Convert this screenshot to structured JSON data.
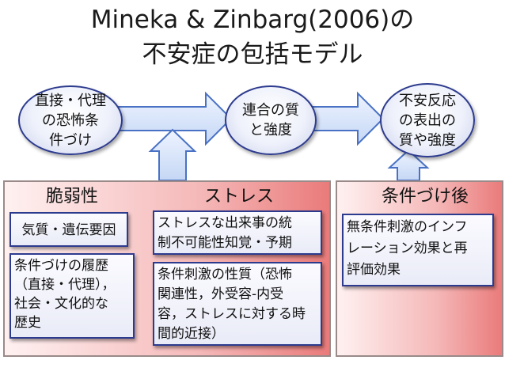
{
  "title": {
    "line1": "Mineka & Zinbarg(2006)の",
    "line2": "不安症の包括モデル"
  },
  "nodes": {
    "conditioning": "直接・代理\nの恐怖条\n件づけ",
    "association": "連合の質\nと強度",
    "response": "不安反応\nの表出の\n質や強度"
  },
  "panels": {
    "vulnerability": {
      "title": "脆弱性",
      "boxes": [
        "気質・遺伝要因",
        "条件づけの履歴\n（直接・代理），\n社会・文化的な\n歴史"
      ]
    },
    "stress": {
      "title": "ストレス",
      "boxes": [
        "ストレスな出来事の統\n制不可能性知覚・予期",
        "条件刺激の性質（恐怖\n関連性，外受容-内受\n容，ストレスに対する時\n間的近接）"
      ]
    },
    "post_conditioning": {
      "title": "条件づけ後",
      "boxes": [
        "無条件刺激のインフ\nレーション効果と再\n評価効果"
      ]
    }
  },
  "colors": {
    "arrow_fill": "#d6e4fb",
    "arrow_stroke": "#4a72c4",
    "node_border": "#2d3b8e",
    "panel_red": "#ea7b7b"
  }
}
